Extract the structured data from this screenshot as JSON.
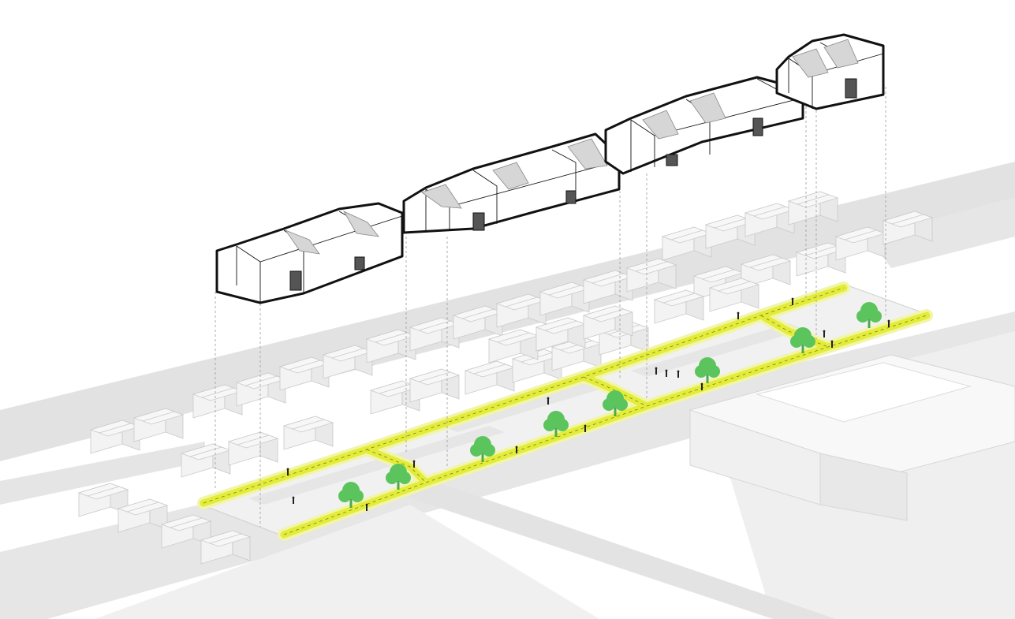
{
  "diagram": {
    "kind": "exploded axonometric urban diagram",
    "text_labels": []
  },
  "colors": {
    "background": "#ffffff",
    "ground": "#e4e4e4",
    "road": "#d9d9d9",
    "context_block_face": "#f3f3f3",
    "context_block_side": "#e9e9e9",
    "context_block_roof": "#f7f7f7",
    "context_outline": "#c9c9c9",
    "path_highlight": "#e4ec3a",
    "path_glow": "#f1f5a8",
    "path_centerline": "#7a7f1c",
    "tree_canopy": "#5cc45c",
    "tree_trunk": "#4ea84e",
    "building_outline": "#111111",
    "building_face": "#ffffff",
    "building_shade": "#d6d6d6",
    "door": "#555555",
    "projection_line": "#9a9a9a",
    "pedestrian": "#222222"
  },
  "icons": [
    "tree-icon",
    "pedestrian-icon",
    "house-icon"
  ],
  "counts": {
    "exploded_buildings": 4,
    "trees": 8
  }
}
